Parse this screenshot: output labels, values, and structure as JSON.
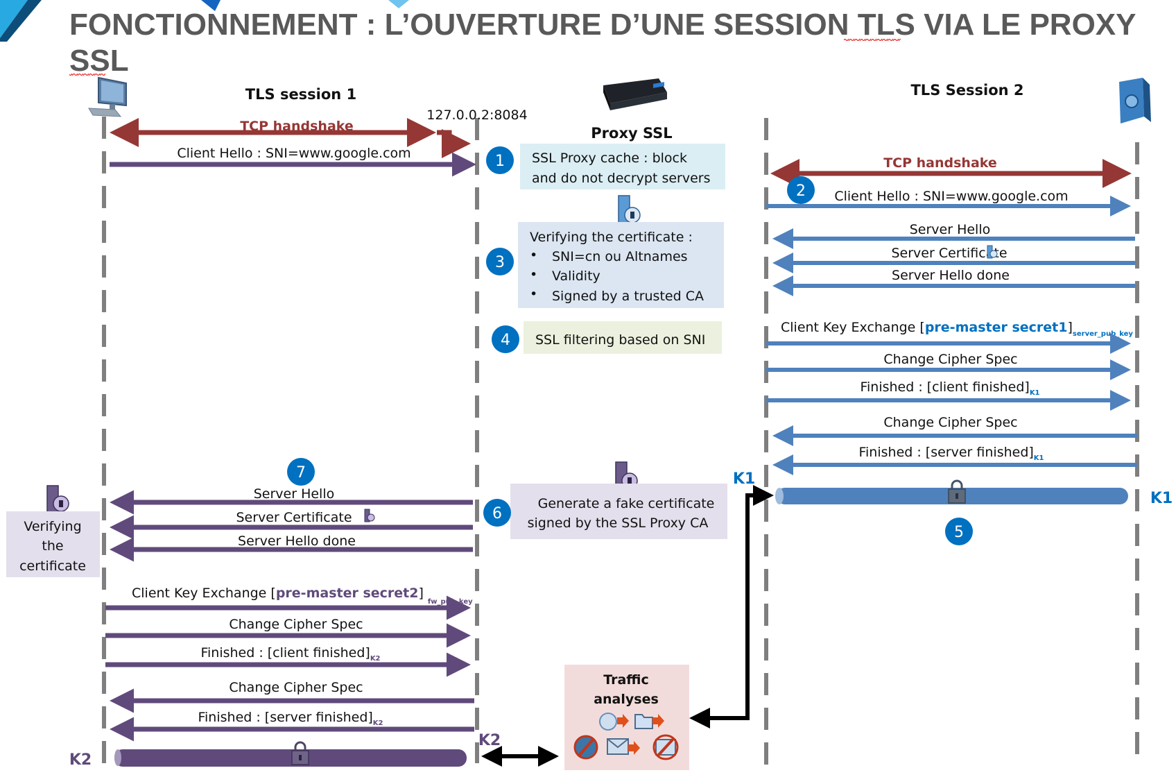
{
  "title": {
    "line1": "FONCTIONNEMENT : L’OUVERTURE D’UNE SESSION TLS VIA LE PROXY",
    "line2": "SSL"
  },
  "colors": {
    "title": "#595959",
    "tcp": "#953735",
    "session1": "#604a7b",
    "session2": "#4f81bd",
    "badge": "#0070c0",
    "box_blue": "#dbeef4",
    "box_steel": "#dce6f2",
    "box_green": "#ebf1de",
    "box_lavender": "#e4dfec",
    "box_pink": "#f2dcdb"
  },
  "participants": {
    "client_icon": "computer-icon",
    "proxy_icon": "proxy-appliance-icon",
    "server_icon": "server-icon",
    "proxy_label": "Proxy SSL",
    "proxy_address": "127.0.0.2:8084"
  },
  "session1": {
    "label": "TLS session 1",
    "tcp_label": "TCP handshake",
    "client_hello": "Client Hello : SNI=www.google.com",
    "server_messages": [
      "Server Hello",
      "Server Certificate",
      "Server Hello done"
    ],
    "client_key_exchange": {
      "prefix": "Client Key Exchange [",
      "secret": "pre-master secret2",
      "suffix": "]",
      "subscript": "fw_pub_key"
    },
    "change_cipher_client": "Change Cipher Spec",
    "finished_client": {
      "text": "Finished : [client finished]",
      "subscript": "K2"
    },
    "change_cipher_server": "Change Cipher Spec",
    "finished_server": {
      "text": "Finished : [server finished]",
      "subscript": "K2"
    },
    "key_left": "K2",
    "key_right": "K2"
  },
  "session2": {
    "label": "TLS Session 2",
    "tcp_label": "TCP handshake",
    "client_hello": "Client Hello : SNI=www.google.com",
    "server_messages": [
      "Server Hello",
      "Server Certificate",
      "Server Hello done"
    ],
    "client_key_exchange": {
      "prefix": "Client Key Exchange [",
      "secret": "pre-master secret1",
      "suffix": "]",
      "subscript": "server_pub_key"
    },
    "change_cipher_client": "Change Cipher Spec",
    "finished_client": {
      "text": "Finished : [client finished]",
      "subscript": "K1"
    },
    "change_cipher_server": "Change Cipher Spec",
    "finished_server": {
      "text": "Finished : [server finished]",
      "subscript": "K1"
    },
    "key_left": "K1",
    "key_right": "K1"
  },
  "steps": [
    {
      "number": "1",
      "lines": [
        "SSL Proxy cache : block",
        "and do not decrypt servers"
      ]
    },
    {
      "number": "2"
    },
    {
      "number": "3",
      "heading": "Verifying the certificate :",
      "bullets": [
        "SNI=cn ou Altnames",
        "Validity",
        "Signed by a trusted CA"
      ]
    },
    {
      "number": "4",
      "lines": [
        "SSL filtering based on SNI"
      ]
    },
    {
      "number": "5"
    },
    {
      "number": "6",
      "lines": [
        "Generate a fake certificate",
        "signed by the SSL Proxy CA"
      ]
    },
    {
      "number": "7"
    }
  ],
  "client_verify": {
    "lines": [
      "Verifying",
      "the",
      "certificate"
    ]
  },
  "traffic": {
    "lines": [
      "Traffic",
      "analyses"
    ],
    "icons": [
      "web-filter-icon",
      "file-filter-icon",
      "antivirus-icon",
      "mail-filter-icon",
      "antispam-icon"
    ]
  }
}
